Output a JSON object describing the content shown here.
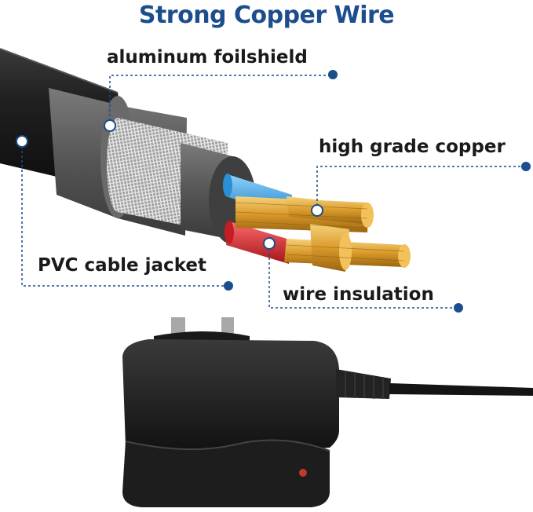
{
  "title": "Strong Copper Wire",
  "labels": {
    "foil": "aluminum foilshield",
    "copper": "high grade copper",
    "pvc": "PVC cable jacket",
    "insulation": "wire insulation"
  },
  "colors": {
    "title": "#1c4d8c",
    "leader": "#1c4d8c",
    "jacket": "#1c1c1c",
    "inner_sheath": "#5c5c5c",
    "mesh": "#c8c8c8",
    "copper": "#e0a53a",
    "blue_insulation": "#3aa6e6",
    "red_insulation": "#d7262c",
    "adapter": "#1e1e1e",
    "led": "#c0392b"
  }
}
